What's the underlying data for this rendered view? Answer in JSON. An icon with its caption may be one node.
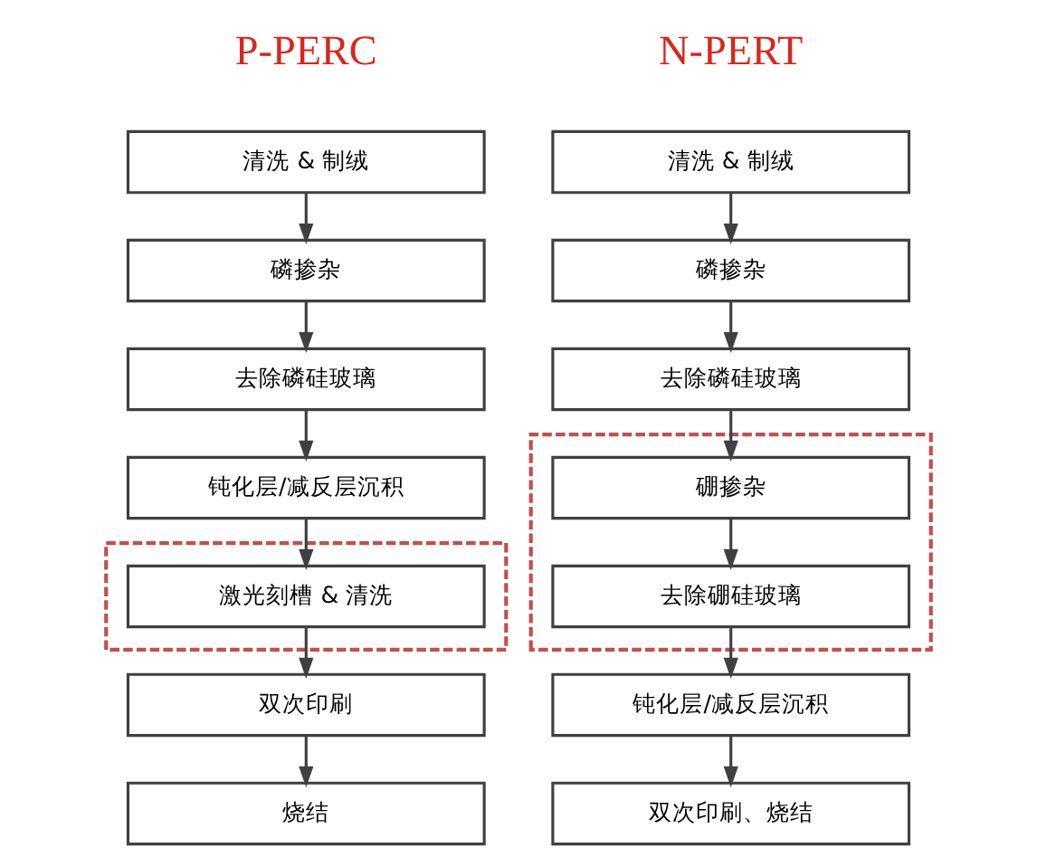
{
  "diagram": {
    "nodes": [
      {
        "text": [
          "清洗 & 制绒"
        ]
      },
      {
        "text": [
          "磷掺杂"
        ]
      },
      {
        "text": [
          "去除磷硅玻璃"
        ]
      },
      {
        "text": [
          "钝化层/减反层沉积"
        ]
      },
      {
        "text": [],
        "shape": "box"
      },
      {
        "text": [
          "激光刻槽 & 清洗"
        ],
        "in": 4
      },
      {
        "text": [
          "双次印刷"
        ]
      },
      {
        "text": [
          "烧结"
        ]
      },
      {
        "text": [
          "清洗 & 制绒"
        ]
      },
      {
        "text": [
          "磷掺杂"
        ]
      },
      {
        "text": [
          "去除磷硅玻璃"
        ]
      },
      {
        "text": [],
        "shape": "box"
      },
      {
        "text": [
          "硼掺杂"
        ],
        "in": 11
      },
      {
        "text": [
          "去除硼硅玻璃"
        ],
        "in": 11
      },
      {
        "text": [
          "钝化层/减反层沉积"
        ]
      },
      {
        "text": [
          "双次印刷、烧结"
        ]
      }
    ],
    "edges": [
      {
        "from": 0,
        "to": 1,
        "arrow": "to"
      },
      {
        "from": 1,
        "to": 2,
        "arrow": "to"
      },
      {
        "from": 2,
        "to": 3,
        "arrow": "to"
      },
      {
        "from": 3,
        "to": 5,
        "arrow": "to"
      },
      {
        "from": 5,
        "to": 6,
        "arrow": "to"
      },
      {
        "from": 6,
        "to": 7,
        "arrow": "to"
      },
      {
        "from": 8,
        "to": 9,
        "arrow": "to"
      },
      {
        "from": 9,
        "to": 10,
        "arrow": "to"
      },
      {
        "from": 10,
        "to": 12,
        "arrow": "to"
      },
      {
        "from": 12,
        "to": 13,
        "arrow": "to"
      },
      {
        "from": 13,
        "to": 14,
        "arrow": "to"
      },
      {
        "from": 14,
        "to": 15,
        "arrow": "to"
      }
    ],
    "labels": [
      "P-PERC",
      "N-PERT"
    ]
  }
}
